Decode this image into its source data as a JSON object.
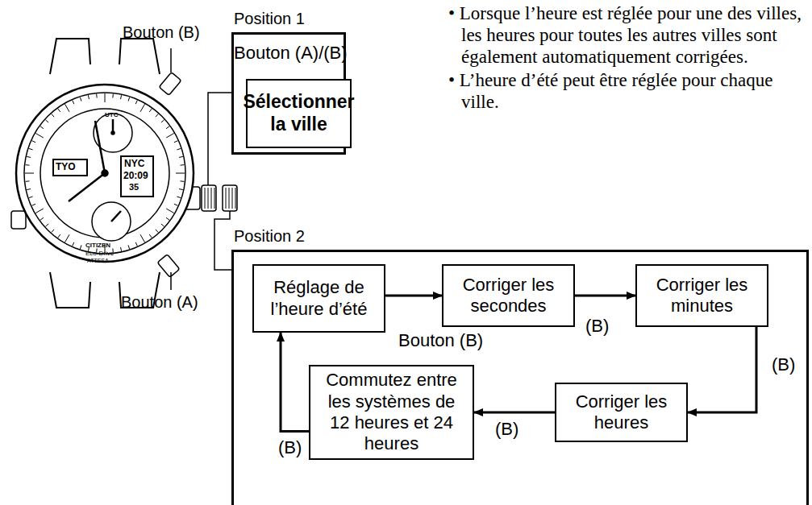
{
  "diagram": {
    "nodes": [
      {
        "text": [
          "Position 1",
          "Bouton (A)/(B)"
        ]
      },
      {
        "text": [
          "Sélectionner la ville"
        ],
        "in": 0
      },
      {
        "text": [
          "Position 2"
        ]
      },
      {
        "text": [
          "Réglage de l’heure d’été"
        ],
        "in": 2
      },
      {
        "text": [
          "Corriger les secondes"
        ],
        "in": 2
      },
      {
        "text": [
          "Corriger les minutes"
        ],
        "in": 2
      },
      {
        "text": [
          "Corriger les heures"
        ],
        "in": 2
      },
      {
        "text": [
          "Commutez entre les systèmes de 12 heures et 24 heures"
        ],
        "in": 2
      }
    ],
    "edges": [
      {
        "from": 3,
        "to": 4,
        "label": "Bouton (B)",
        "arrow": "to"
      },
      {
        "from": 4,
        "to": 5,
        "label": "(B)",
        "arrow": "to"
      },
      {
        "from": 5,
        "to": 6,
        "label": "(B)",
        "arrow": "to"
      },
      {
        "from": 6,
        "to": 7,
        "label": "(B)",
        "arrow": "to"
      },
      {
        "from": 7,
        "to": 3,
        "label": "(B)",
        "arrow": "to"
      }
    ],
    "labels": [
      "Bouton (B)",
      "Bouton (A)",
      "• Lorsque l’heure est réglée pour une des villes, les heures pour toutes les autres villes sont également automatiquement corrigées.",
      "• L’heure d’été peut être réglée pour chaque ville.",
      "TYO",
      "NYC",
      "20:09",
      "35",
      "CITIZEN",
      "Eco-Drive",
      "ATTESA",
      "UTC"
    ]
  }
}
